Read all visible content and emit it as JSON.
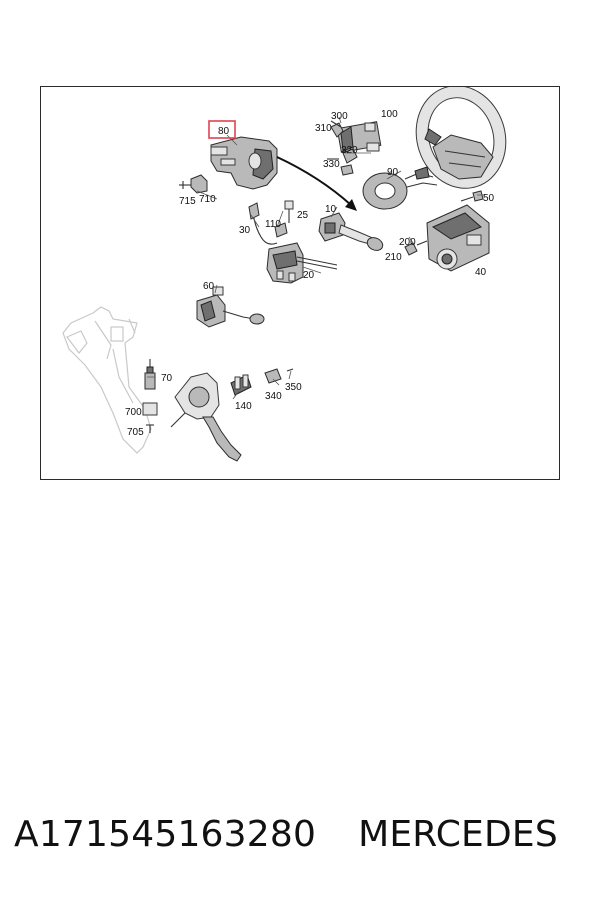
{
  "diagram": {
    "highlighted_callout": "80",
    "highlight_color": "#e0444f",
    "callouts": {
      "c80": "80",
      "c300": "300",
      "c310": "310",
      "c100": "100",
      "c320": "320",
      "c330": "330",
      "c90": "90",
      "c715": "715",
      "c710": "710",
      "c50": "50",
      "c110": "110",
      "c25": "25",
      "c10": "10",
      "c30": "30",
      "c200": "200",
      "c210": "210",
      "c40": "40",
      "c20": "20",
      "c60": "60",
      "c70": "70",
      "c350": "350",
      "c340": "340",
      "c140": "140",
      "c700": "700",
      "c705": "705"
    }
  },
  "caption": {
    "part_number": "A171545163280",
    "brand": "MERCEDES"
  }
}
